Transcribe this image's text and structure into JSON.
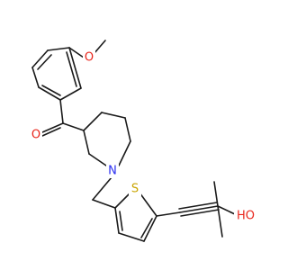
{
  "molecule": {
    "atoms": {
      "O_methoxy": {
        "symbol": "O",
        "color": "#e8251b"
      },
      "O_carbonyl": {
        "symbol": "O",
        "color": "#e8251b"
      },
      "N_piperidine": {
        "symbol": "N",
        "color": "#2a2ef0"
      },
      "S_thiophene": {
        "symbol": "S",
        "color": "#c9a400"
      },
      "O_hydroxyl": {
        "symbol": "HO",
        "color": "#e8251b"
      }
    },
    "bond_color": "#1a1a1a"
  }
}
